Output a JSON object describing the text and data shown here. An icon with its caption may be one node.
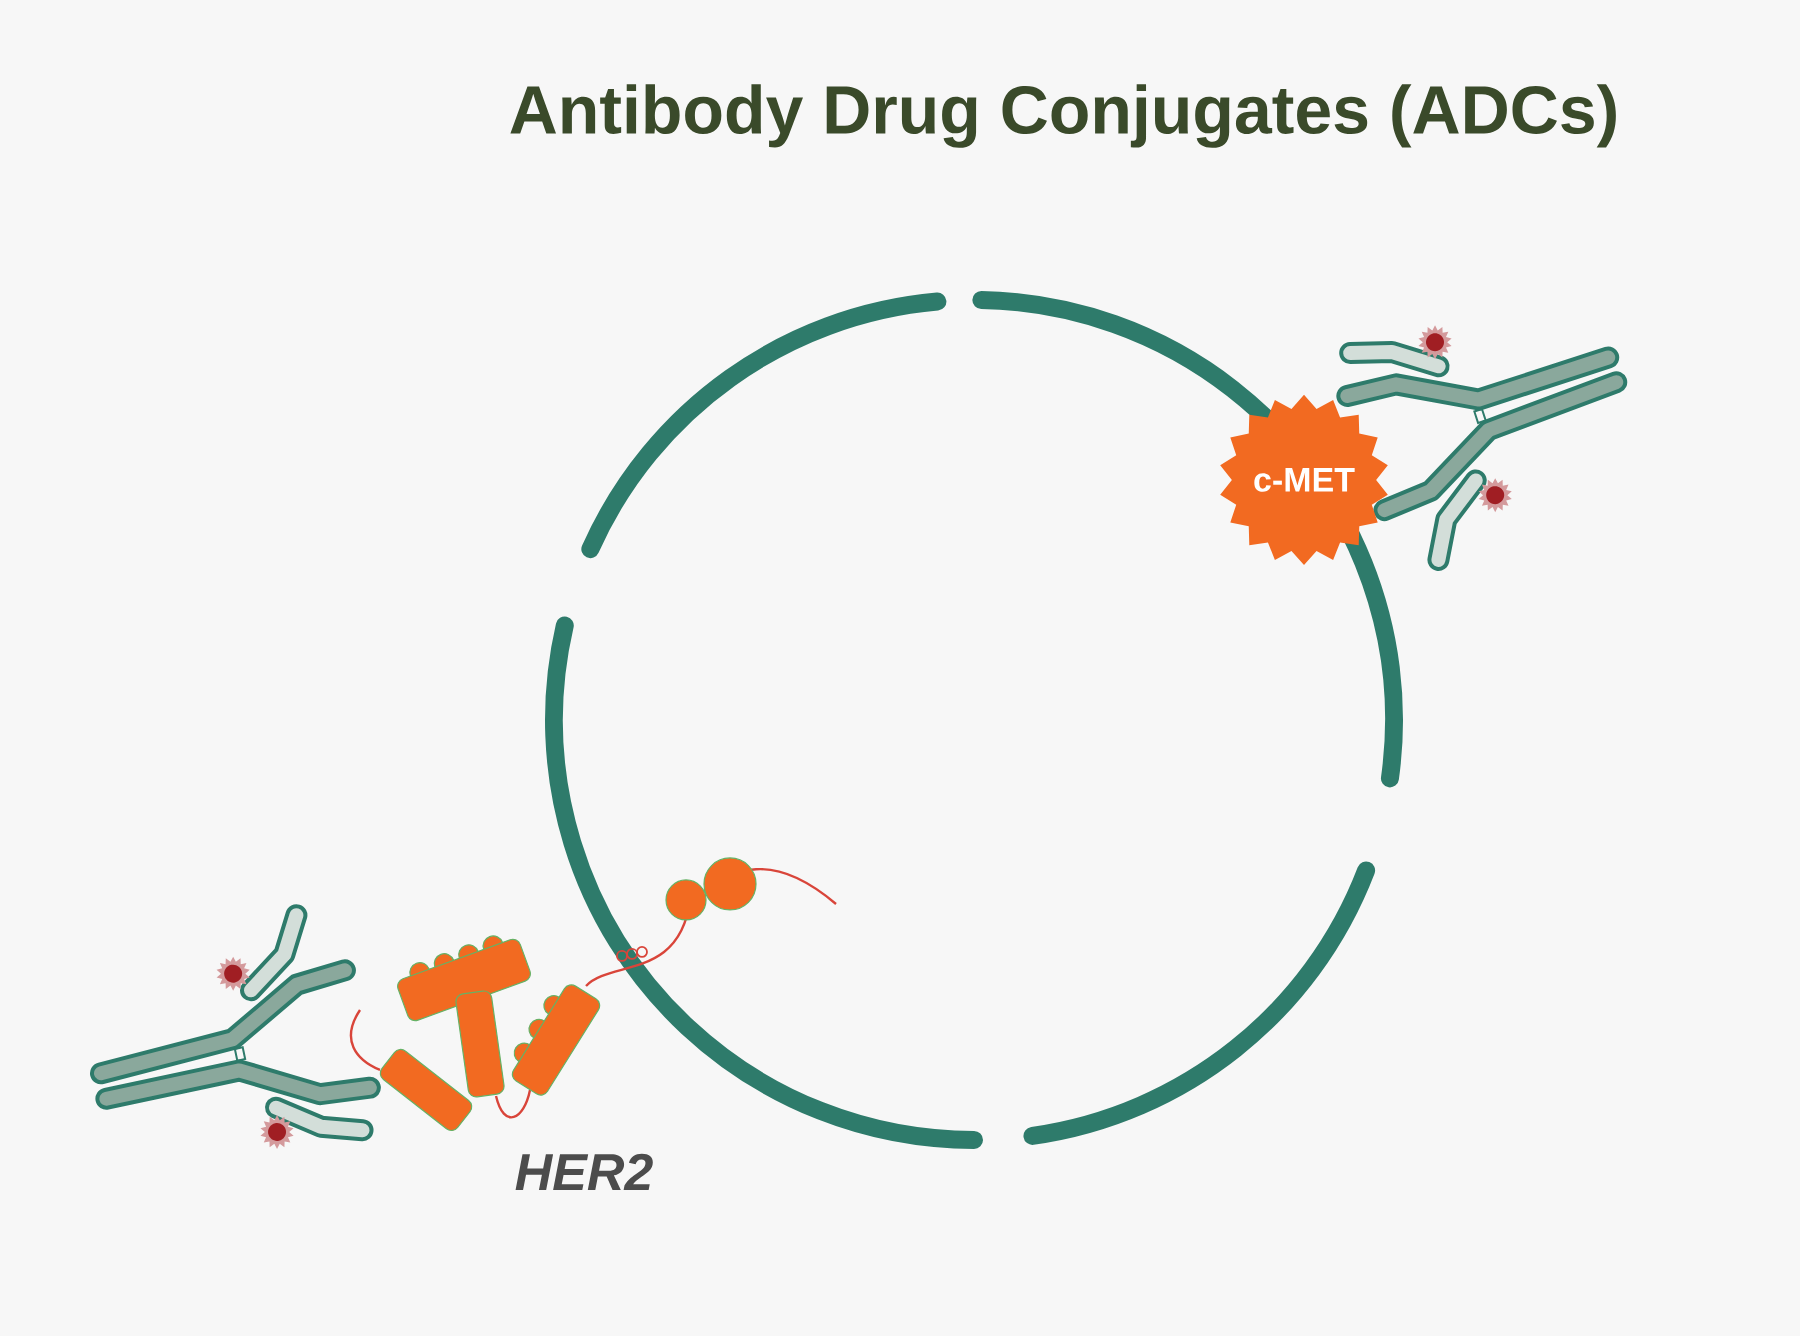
{
  "diagram": {
    "title": "Antibody Drug Conjugates (ADCs)",
    "nodes": [
      {
        "text": [
          "c-MET"
        ]
      }
    ],
    "labels": [
      "HER2"
    ]
  }
}
